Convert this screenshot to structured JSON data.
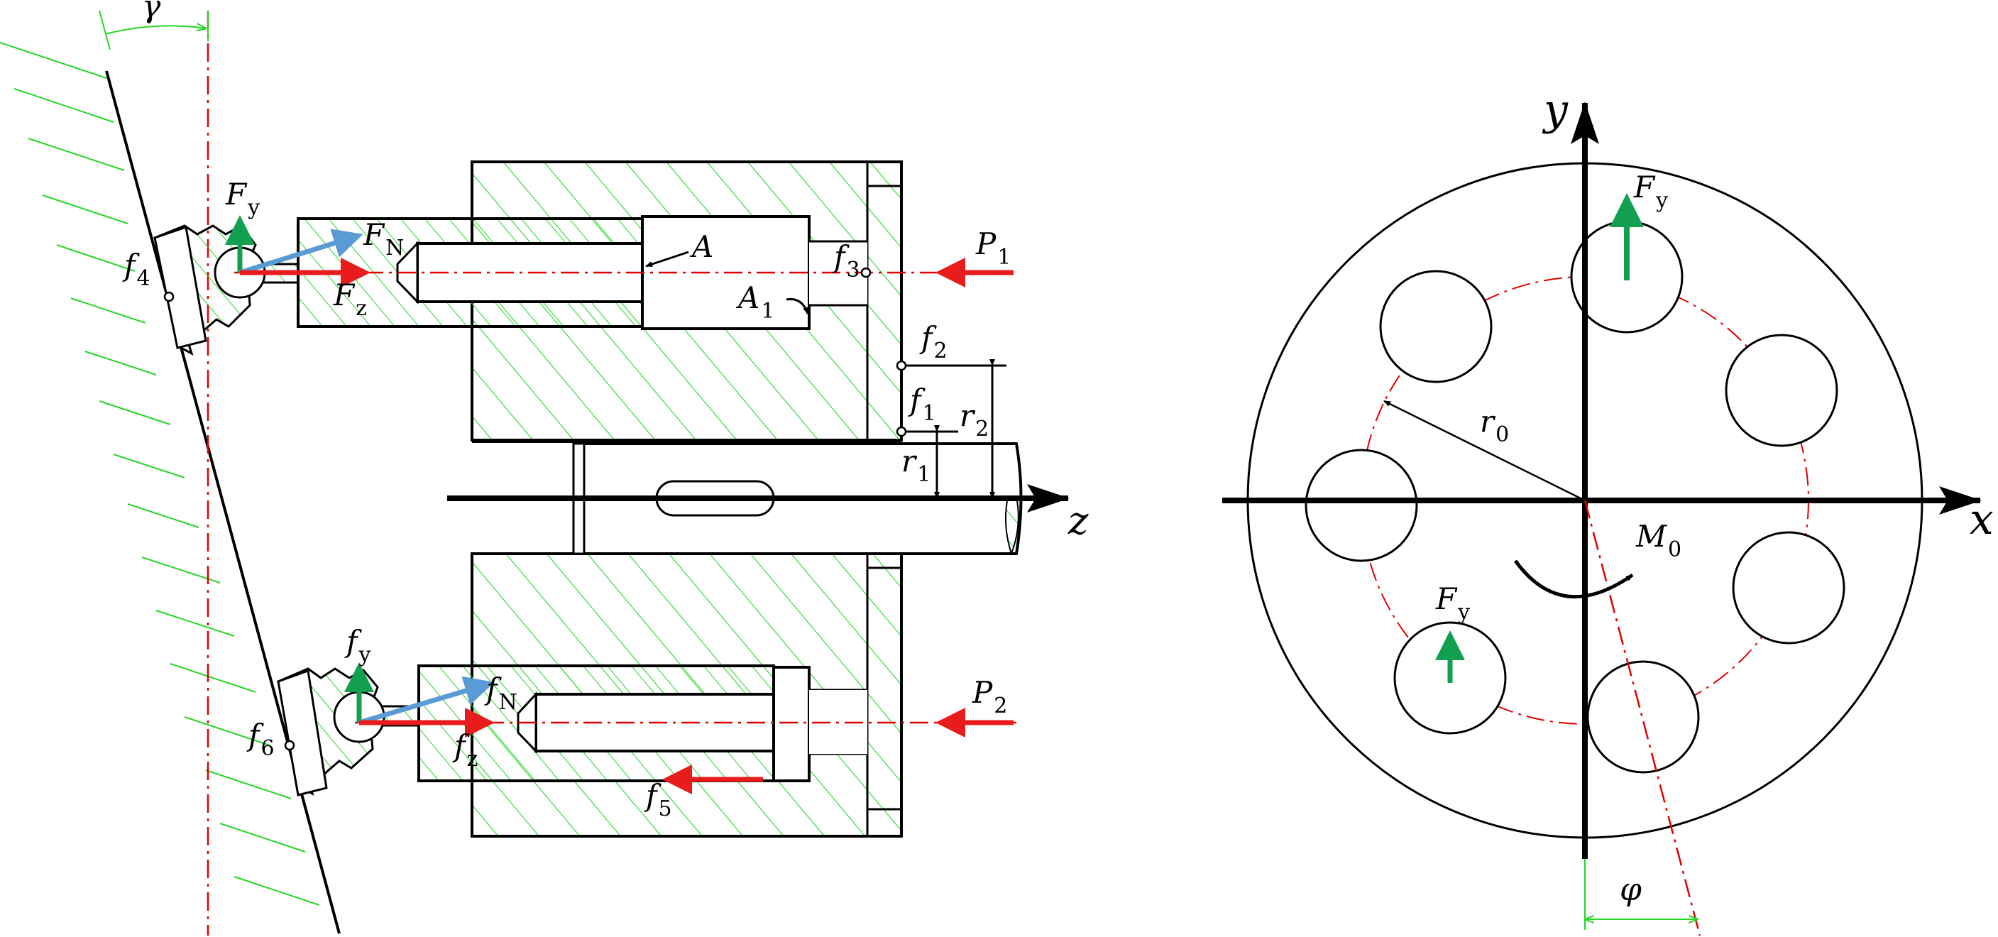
{
  "labels": {
    "gamma": "γ",
    "Fy_top": {
      "main": "F",
      "sub": "y"
    },
    "FN_top": {
      "main": "F",
      "sub": "N"
    },
    "Fz_top": {
      "main": "F",
      "sub": "z"
    },
    "f4": {
      "main": "f",
      "sub": "4"
    },
    "A": "A",
    "A1": {
      "main": "A",
      "sub": "1"
    },
    "f3": {
      "main": "f",
      "sub": "3"
    },
    "P1": {
      "main": "P",
      "sub": "1"
    },
    "f2": {
      "main": "f",
      "sub": "2"
    },
    "f1": {
      "main": "f",
      "sub": "1"
    },
    "r2": {
      "main": "r",
      "sub": "2"
    },
    "r1": {
      "main": "r",
      "sub": "1"
    },
    "z": "z",
    "fy_bot": {
      "main": "f",
      "sub": "y"
    },
    "fN_bot": {
      "main": "f",
      "sub": "N"
    },
    "fz_bot": {
      "main": "f",
      "sub": "z"
    },
    "f6": {
      "main": "f",
      "sub": "6"
    },
    "f5": {
      "main": "f",
      "sub": "5"
    },
    "P2": {
      "main": "P",
      "sub": "2"
    },
    "y_axis": "y",
    "x_axis": "x",
    "r0": {
      "main": "r",
      "sub": "0"
    },
    "M0": {
      "main": "M",
      "sub": "0"
    },
    "Fy_r1": {
      "main": "F",
      "sub": "y"
    },
    "Fy_r2": {
      "main": "F",
      "sub": "y"
    },
    "phi": "φ"
  },
  "colors": {
    "force_red": "#e81c1c",
    "force_green": "#12a050",
    "force_blue": "#5b9bd5",
    "hatch_green": "#27d627",
    "centerline_red": "#e10000"
  }
}
